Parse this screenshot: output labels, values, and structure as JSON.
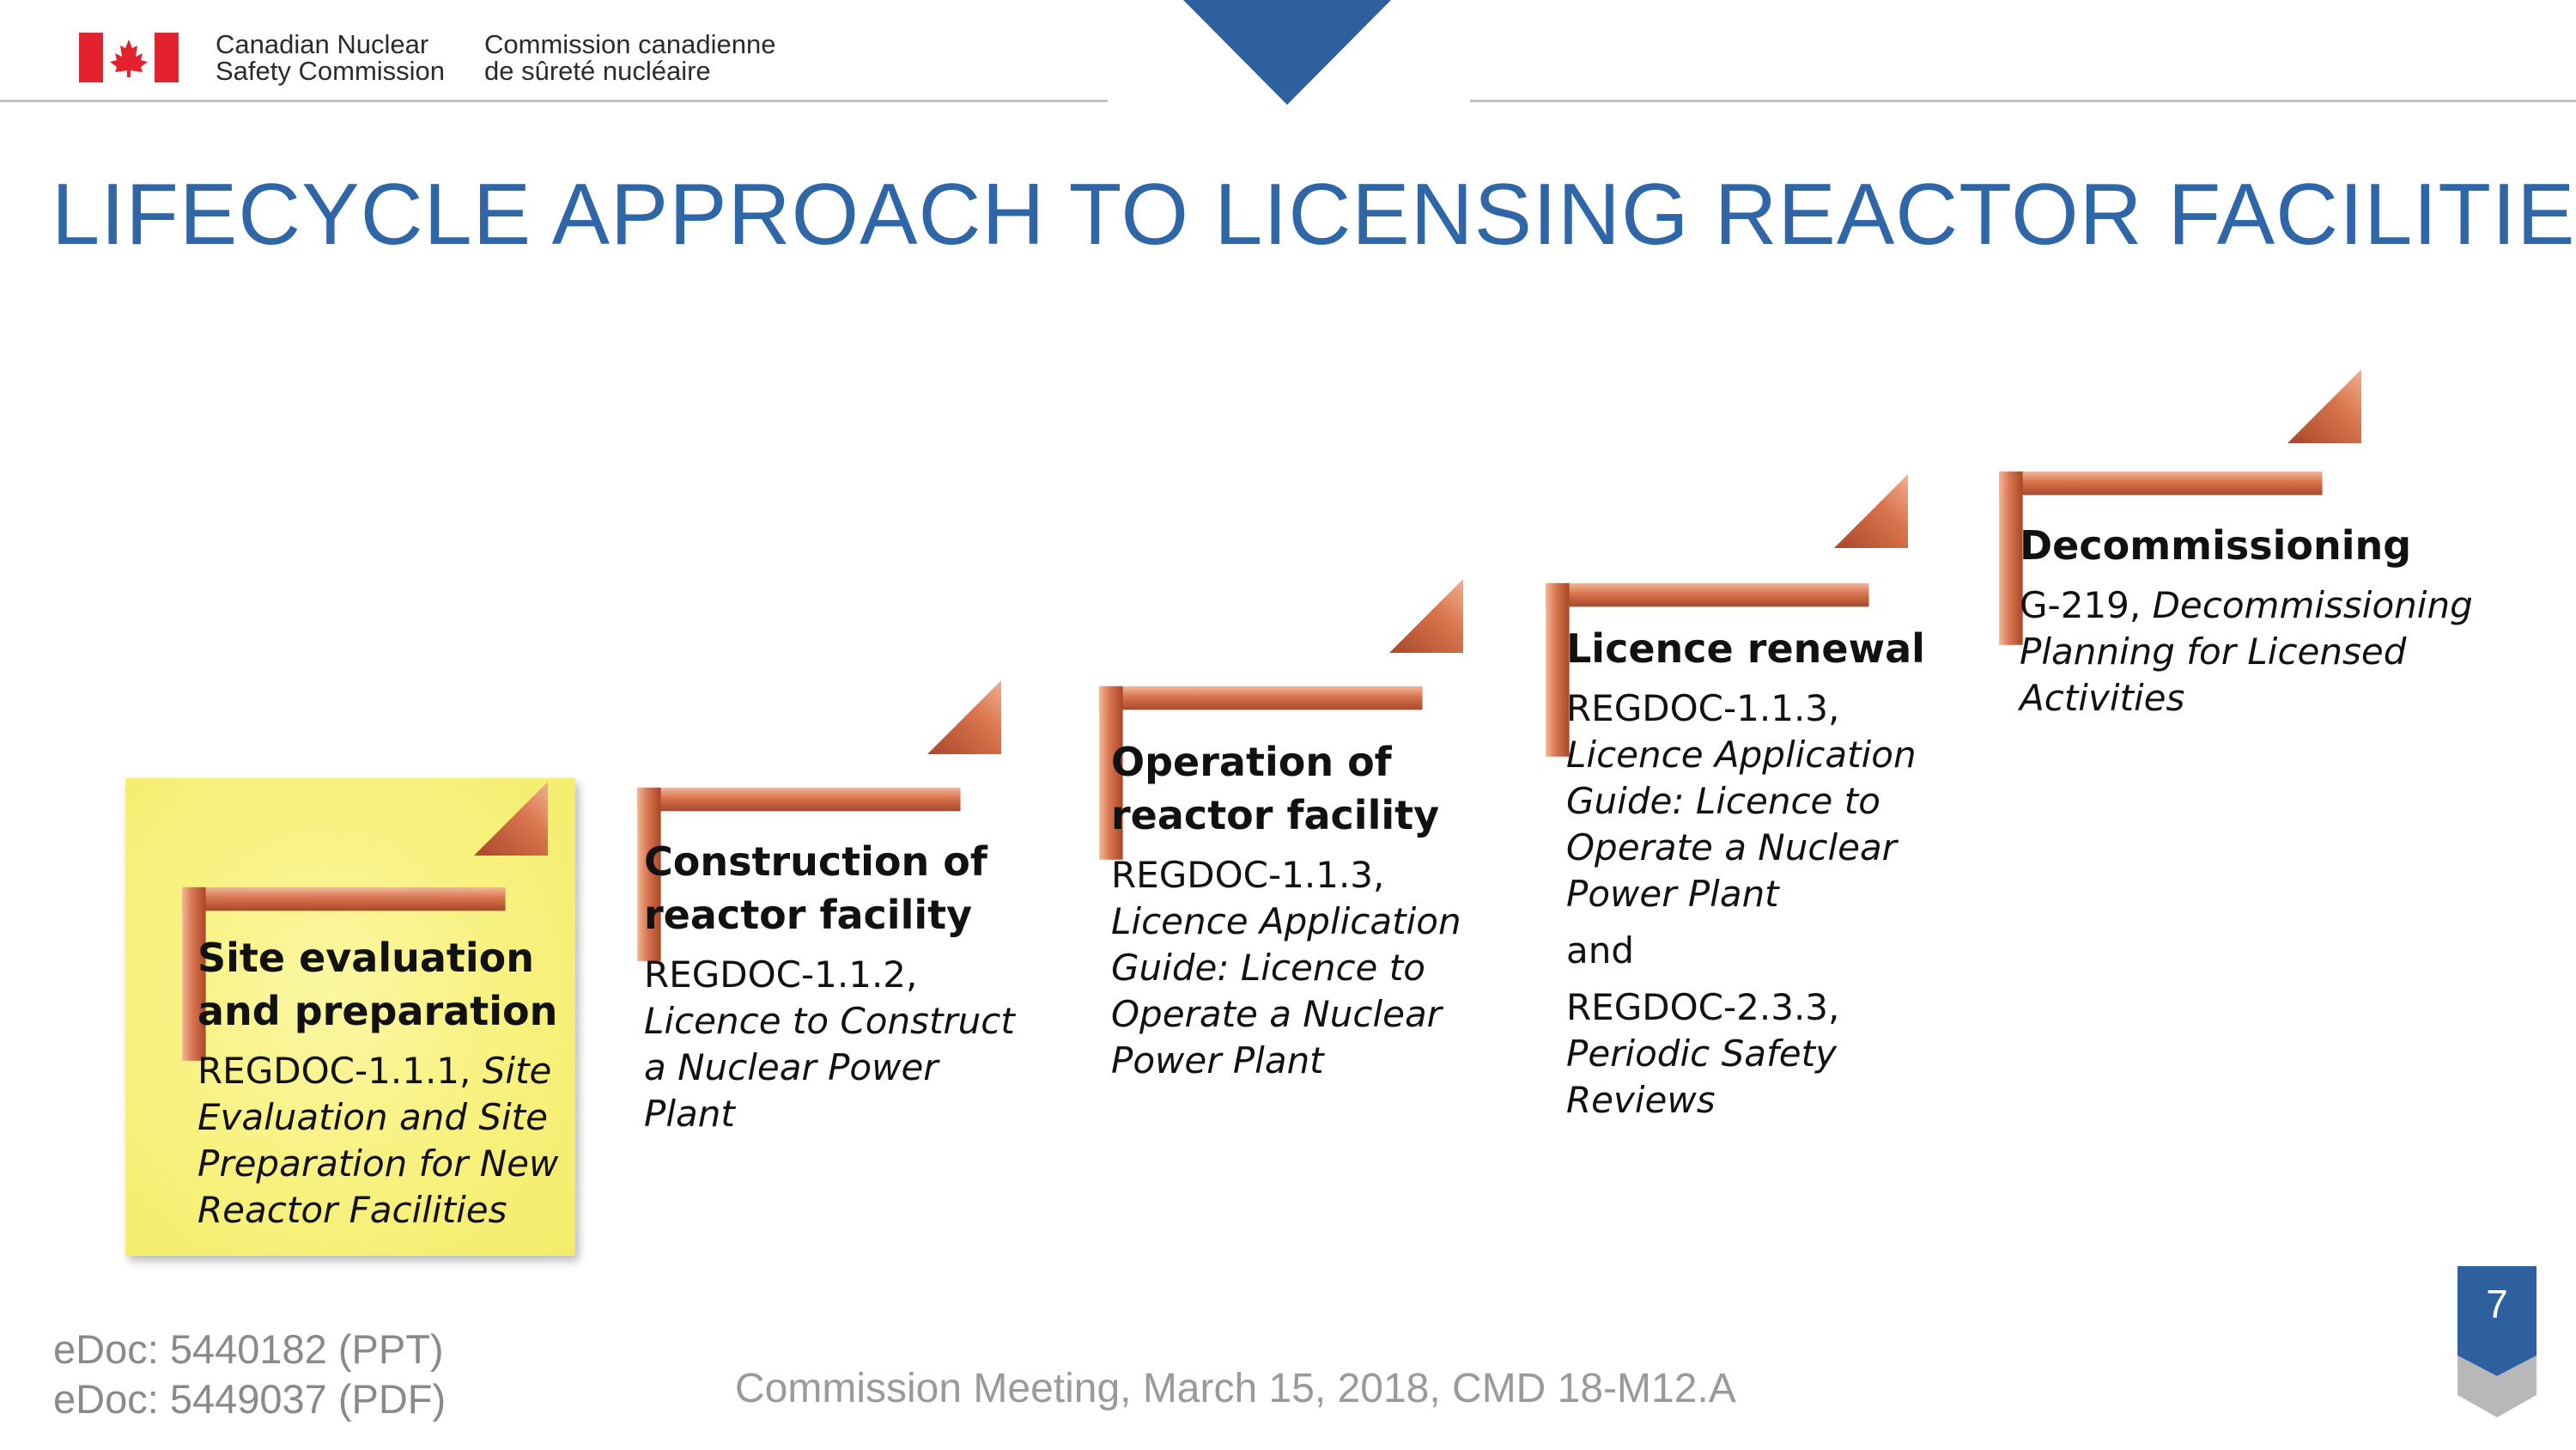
{
  "header": {
    "org_en_line1": "Canadian Nuclear",
    "org_en_line2": "Safety Commission",
    "org_fr_line1": "Commission canadienne",
    "org_fr_line2": "de sûreté nucléaire",
    "flag_icon": "canada-flag-icon",
    "accent_color": "#2e66a8"
  },
  "title": "LIFECYCLE APPROACH TO LICENSING REACTOR FACILITIES",
  "steps": [
    {
      "heading_lines": [
        "Site evaluation",
        "and preparation"
      ],
      "doc_id": "REGDOC-1.1.1,",
      "doc_title_lines": [
        "Site",
        "Evaluation and Site",
        "Preparation for New",
        "Reactor Facilities"
      ],
      "highlighted": true
    },
    {
      "heading_lines": [
        "Construction of",
        "reactor facility"
      ],
      "doc_id": "REGDOC-1.1.2,",
      "doc_title_lines": [
        "Licence to Construct",
        "a Nuclear Power",
        "Plant"
      ]
    },
    {
      "heading_lines": [
        "Operation of",
        "reactor facility"
      ],
      "doc_id": "REGDOC-1.1.3,",
      "doc_title_lines": [
        "Licence Application",
        "Guide: Licence to",
        "Operate a Nuclear",
        "Power Plant"
      ]
    },
    {
      "heading_lines": [
        "Licence renewal"
      ],
      "doc_id": "REGDOC-1.1.3,",
      "doc_title_lines": [
        "Licence Application",
        "Guide: Licence to",
        "Operate a Nuclear",
        "Power Plant"
      ],
      "connector": "and",
      "doc2_id": "REGDOC-2.3.3,",
      "doc2_title_lines": [
        "Periodic Safety",
        "Reviews"
      ]
    },
    {
      "heading_lines": [
        "Decommissioning"
      ],
      "doc_id": "G-219,",
      "doc_title_lines": [
        "Decommissioning",
        "Planning for Licensed",
        "Activities"
      ]
    }
  ],
  "colors": {
    "bracket": "#c8623e",
    "bracket_light": "#e8a07e",
    "highlight": "#f8f17e",
    "badge": "#2e5f9e"
  },
  "footer": {
    "edoc_ppt": "eDoc: 5440182 (PPT)",
    "edoc_pdf": "eDoc: 5449037 (PDF)",
    "meeting": "Commission Meeting, March 15, 2018, CMD 18-M12.A",
    "page_number": "7"
  }
}
